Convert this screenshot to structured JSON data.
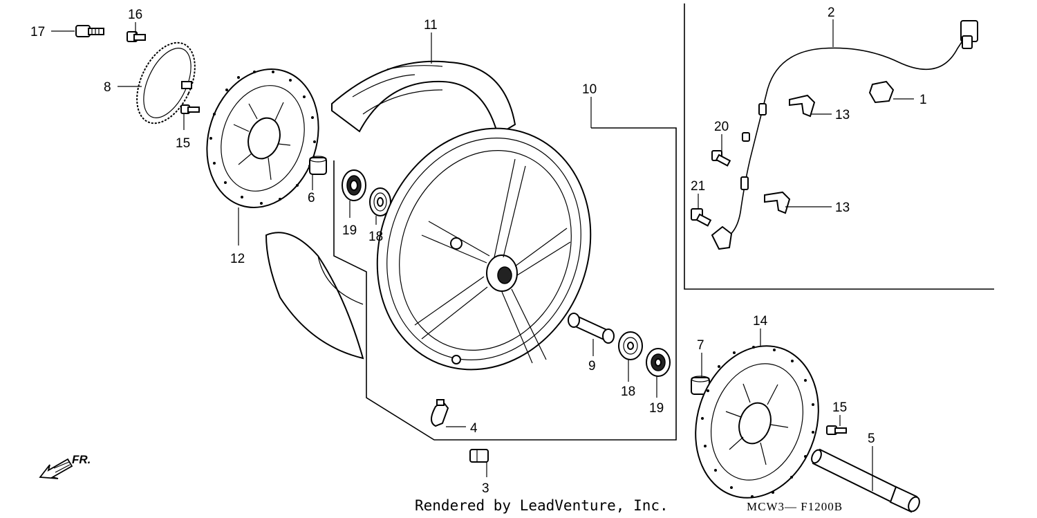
{
  "diagram": {
    "callouts": [
      {
        "id": "c1",
        "text": "1"
      },
      {
        "id": "c2",
        "text": "2"
      },
      {
        "id": "c3",
        "text": "3"
      },
      {
        "id": "c4",
        "text": "4"
      },
      {
        "id": "c5",
        "text": "5"
      },
      {
        "id": "c6",
        "text": "6"
      },
      {
        "id": "c7",
        "text": "7"
      },
      {
        "id": "c8",
        "text": "8"
      },
      {
        "id": "c9",
        "text": "9"
      },
      {
        "id": "c10",
        "text": "10"
      },
      {
        "id": "c11",
        "text": "11"
      },
      {
        "id": "c12",
        "text": "12"
      },
      {
        "id": "c13a",
        "text": "13"
      },
      {
        "id": "c13b",
        "text": "13"
      },
      {
        "id": "c14",
        "text": "14"
      },
      {
        "id": "c15a",
        "text": "15"
      },
      {
        "id": "c15b",
        "text": "15"
      },
      {
        "id": "c16",
        "text": "16"
      },
      {
        "id": "c17",
        "text": "17"
      },
      {
        "id": "c18a",
        "text": "18"
      },
      {
        "id": "c18b",
        "text": "18"
      },
      {
        "id": "c19a",
        "text": "19"
      },
      {
        "id": "c19b",
        "text": "19"
      },
      {
        "id": "c20",
        "text": "20"
      },
      {
        "id": "c21",
        "text": "21"
      }
    ],
    "direction_label": "FR.",
    "credit": "Rendered by LeadVenture, Inc.",
    "diagram_code": "MCW3— F1200B"
  }
}
